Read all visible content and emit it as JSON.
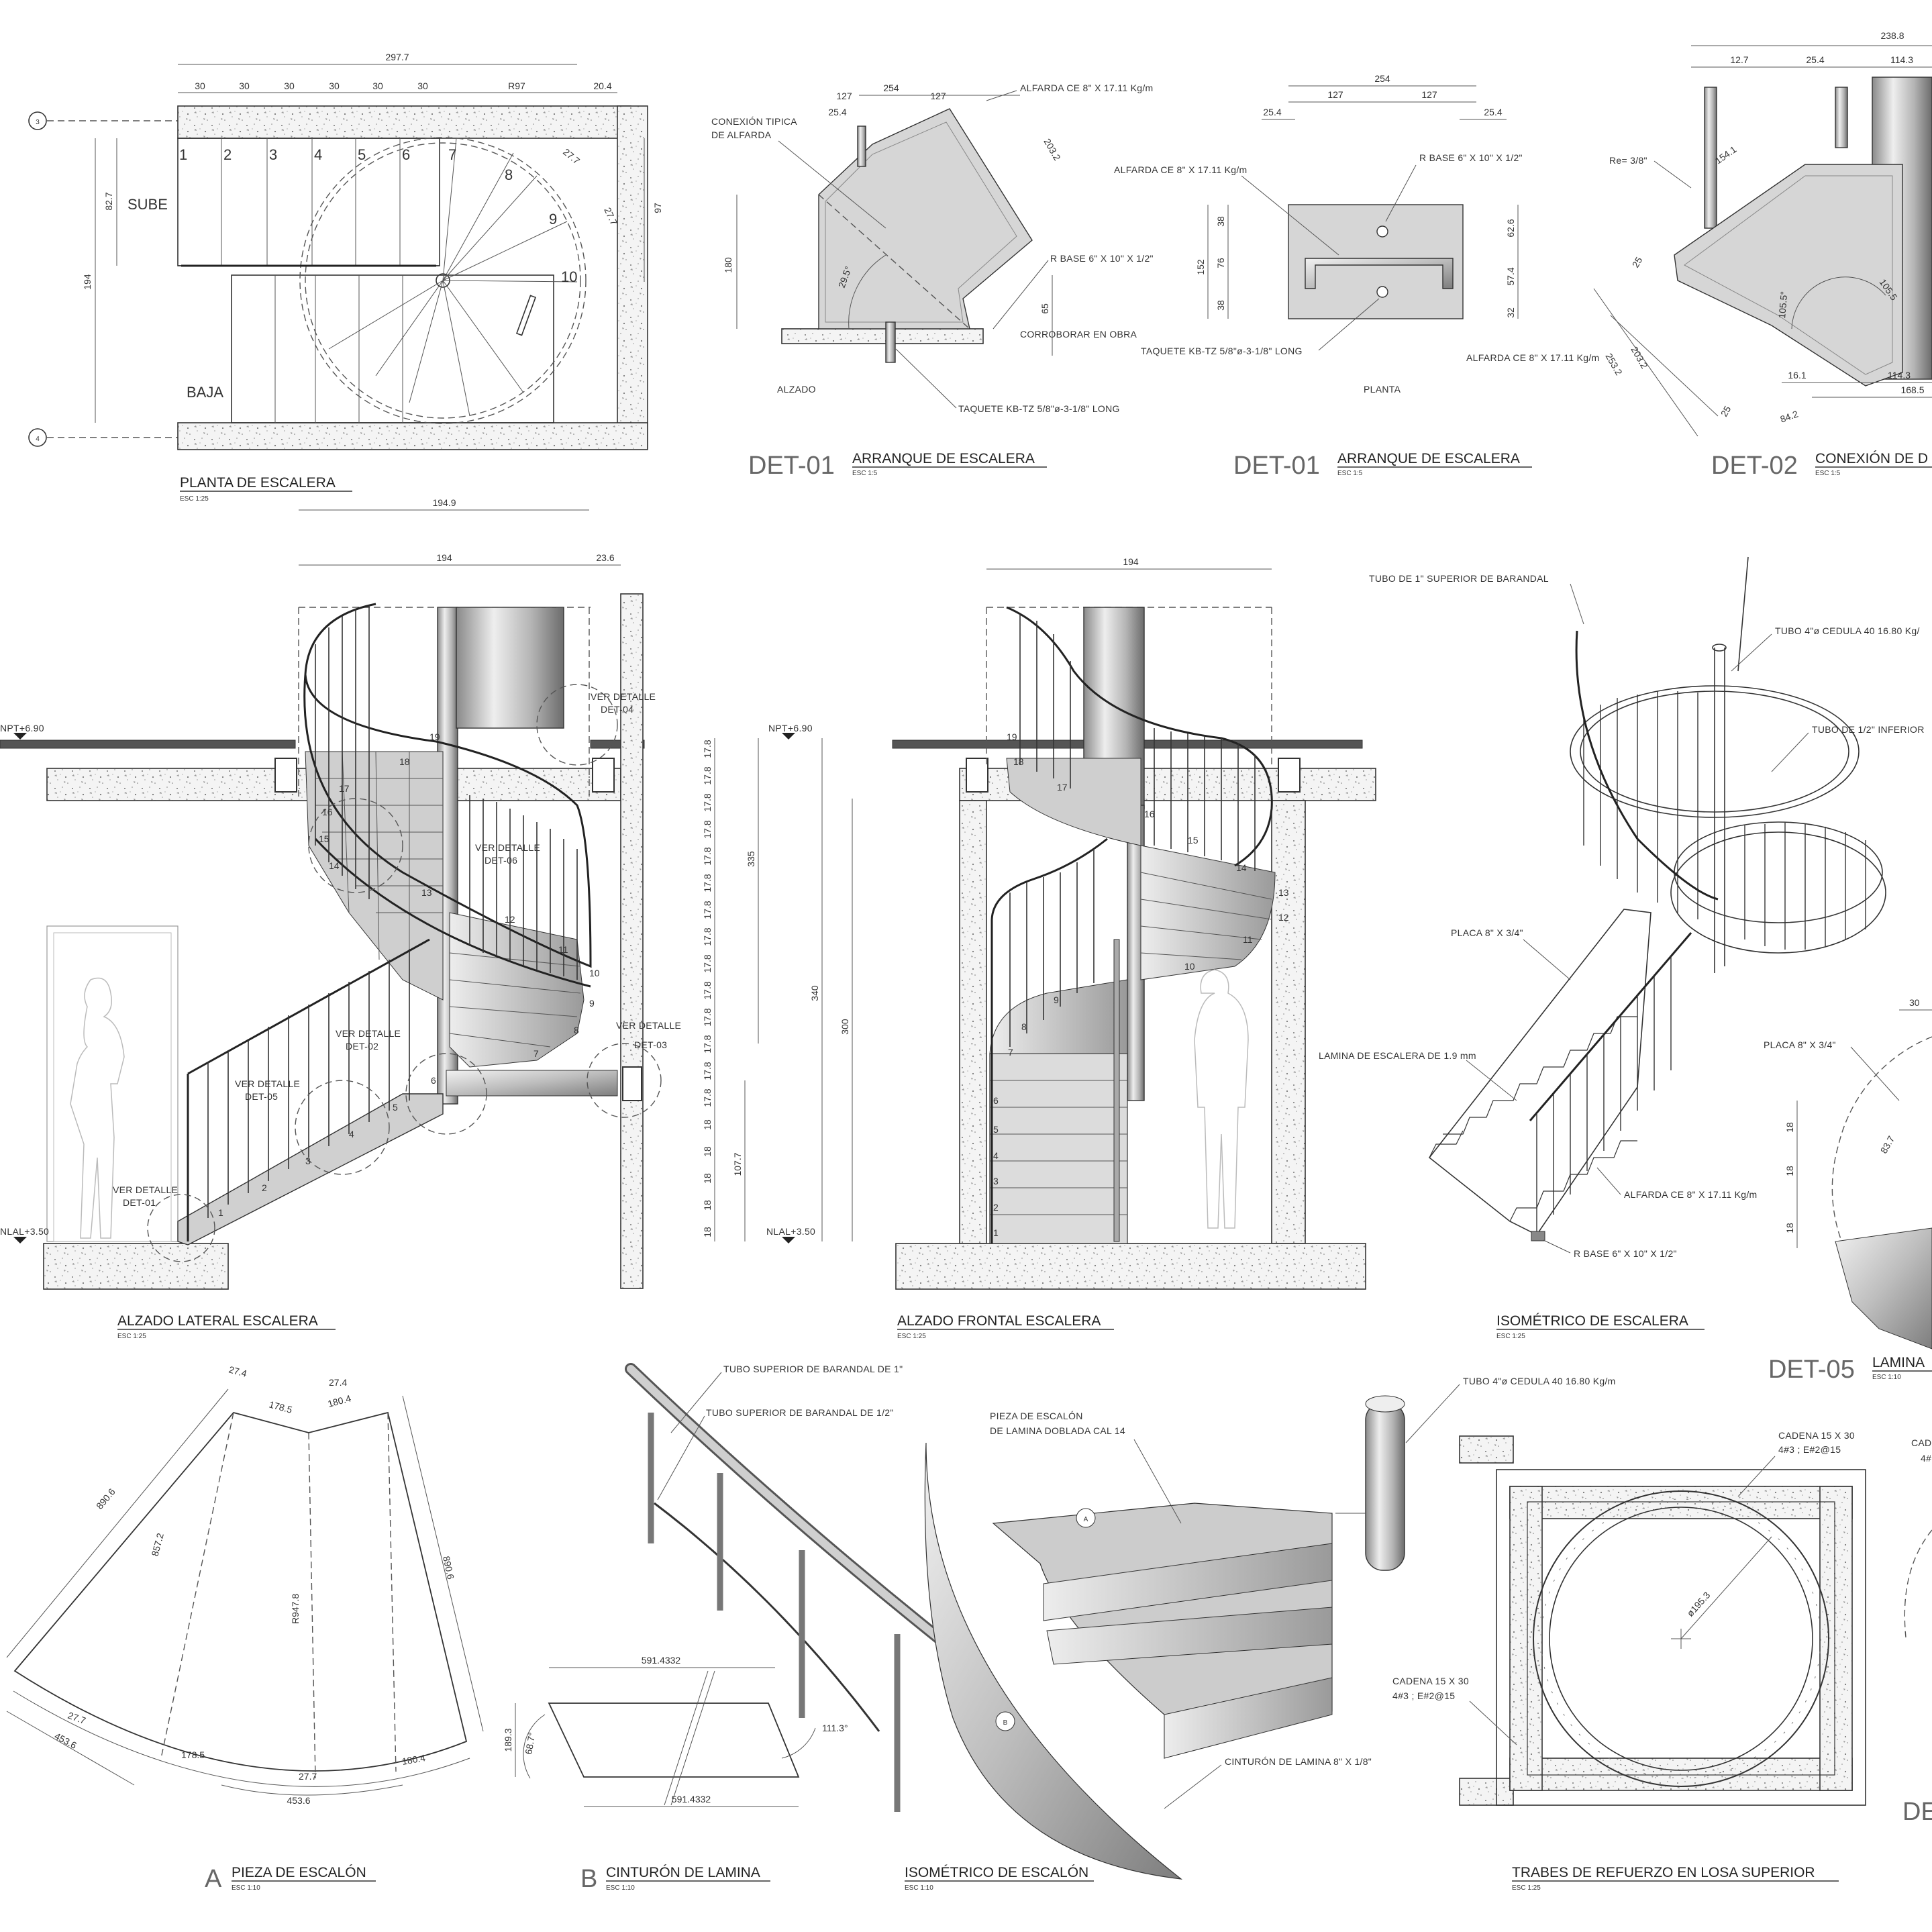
{
  "planta": {
    "title": "PLANTA DE ESCALERA",
    "scale": "ESC 1:25",
    "top_dims": [
      "297.7",
      "30",
      "30",
      "30",
      "30",
      "30",
      "30",
      "R97",
      "20.4"
    ],
    "side_dims": [
      "194",
      "82.7",
      "97"
    ],
    "axes": [
      "3",
      "4"
    ],
    "sube": "SUBE",
    "baja": "BAJA",
    "steps": [
      "1",
      "2",
      "3",
      "4",
      "5",
      "6",
      "7",
      "8",
      "9",
      "10"
    ],
    "arc_dims": [
      "27.7",
      "27.7"
    ]
  },
  "det01a": {
    "code": "DET-01",
    "title": "ARRANQUE DE ESCALERA",
    "scale": "ESC 1:5",
    "view": "ALZADO",
    "dims": [
      "127",
      "254",
      "127",
      "25.4",
      "203.2",
      "180",
      "29.5°",
      "65"
    ],
    "notes": [
      "ALFARDA CE 8\" X 17.11 Kg/m",
      "CONEXIÓN TIPICA",
      "DE ALFARDA",
      "R BASE 6\" X 10\" X 1/2\"",
      "CORROBORAR EN OBRA",
      "TAQUETE KB-TZ 5/8\"ø-3-1/8\" LONG"
    ]
  },
  "det01b": {
    "code": "DET-01",
    "title": "ARRANQUE DE ESCALERA",
    "scale": "ESC 1:5",
    "view": "PLANTA",
    "dims": [
      "254",
      "127",
      "127",
      "25.4",
      "25.4",
      "152",
      "38",
      "76",
      "38",
      "62.6",
      "57.4",
      "32"
    ],
    "notes": [
      "ALFARDA CE 8\" X 17.11 Kg/m",
      "R BASE 6\" X 10\" X 1/2\"",
      "TAQUETE KB-TZ 5/8\"ø-3-1/8\" LONG",
      "ALFARDA CE 8\" X 17.11 Kg/m"
    ]
  },
  "det02": {
    "code": "DET-02",
    "title": "CONEXIÓN DE D",
    "scale": "ESC 1:5",
    "dims": [
      "238.8",
      "12.7",
      "25.4",
      "114.3",
      "154.1",
      "105.5°",
      "105.5",
      "203.2",
      "253.2",
      "25",
      "25",
      "16.1",
      "114.3",
      "168.5",
      "84.2"
    ],
    "notes": [
      "Re= 3/8\""
    ]
  },
  "alzado_lateral": {
    "title": "ALZADO LATERAL ESCALERA",
    "scale": "ESC 1:25",
    "dims": [
      "194.9",
      "194",
      "23.6"
    ],
    "levels": [
      "NPT+6.90",
      "NLAL+3.50"
    ],
    "refs": [
      "VER DETALLE",
      "DET-04",
      "VER DETALLE",
      "DET-06",
      "VER DETALLE",
      "DET-02",
      "VER DETALLE",
      "DET-03",
      "VER DETALLE",
      "DET-05",
      "VER DETALLE",
      "DET-01"
    ],
    "steps": [
      "1",
      "2",
      "3",
      "4",
      "5",
      "6",
      "7",
      "8",
      "9",
      "10",
      "11",
      "12",
      "13",
      "14",
      "15",
      "16",
      "17",
      "18",
      "19"
    ]
  },
  "elev_dims": {
    "risers": [
      "18",
      "18",
      "18",
      "18",
      "18",
      "17.8",
      "17.8",
      "17.8",
      "17.8",
      "17.8",
      "17.8",
      "17.8",
      "17.8",
      "17.8",
      "17.8",
      "17.8",
      "17.8",
      "17.8",
      "17.8"
    ],
    "totals": [
      "335",
      "340",
      "300",
      "107.7"
    ]
  },
  "alzado_frontal": {
    "title": "ALZADO FRONTAL ESCALERA",
    "scale": "ESC 1:25",
    "dims": [
      "194"
    ],
    "levels": [
      "NPT+6.90",
      "NLAL+3.50"
    ],
    "steps": [
      "1",
      "2",
      "3",
      "4",
      "5",
      "6",
      "7",
      "8",
      "9",
      "10",
      "11",
      "12",
      "13",
      "14",
      "15",
      "16",
      "17",
      "18",
      "19"
    ]
  },
  "isometrico": {
    "title": "ISOMÉTRICO DE ESCALERA",
    "scale": "ESC 1:25",
    "notes": [
      "TUBO DE 1\" SUPERIOR DE BARANDAL",
      "TUBO 4\"ø CEDULA 40 16.80 Kg/",
      "TUBO DE 1/2\" INFERIOR",
      "PLACA 8\" X 3/4\"",
      "LAMINA DE ESCALERA DE 1.9 mm",
      "ALFARDA CE 8\" X 17.11 Kg/m",
      "R BASE 6\" X 10\" X 1/2\""
    ]
  },
  "det05": {
    "code": "DET-05",
    "title": "LAMINA",
    "scale": "ESC 1:10",
    "dims": [
      "30",
      "18",
      "18",
      "18",
      "83.7"
    ],
    "notes": [
      "PLACA 8\" X 3/4\""
    ]
  },
  "pieza": {
    "letter": "A",
    "title": "PIEZA DE ESCALÓN",
    "scale": "ESC 1:10",
    "dims": [
      "27.4",
      "27.4",
      "178.5",
      "180.4",
      "890.6",
      "857.2",
      "890.6",
      "R947.8",
      "27.7",
      "453.6",
      "178.5",
      "27.7",
      "180.4",
      "453.6"
    ]
  },
  "cinturon": {
    "letter": "B",
    "title": "CINTURÓN DE LAMINA",
    "scale": "ESC 1:10",
    "dims": [
      "591.4332",
      "189.3",
      "68.7°",
      "111.3°",
      "591.4332"
    ]
  },
  "iso_escalon": {
    "title": "ISOMÉTRICO DE ESCALÓN",
    "scale": "ESC 1:10",
    "notes": [
      "TUBO SUPERIOR DE BARANDAL DE 1\"",
      "TUBO SUPERIOR DE BARANDAL DE 1/2\"",
      "PIEZA DE ESCALÓN",
      "DE LAMINA DOBLADA CAL 14",
      "TUBO 4\"ø CEDULA 40 16.80 Kg/m",
      "CINTURÓN DE LAMINA 8\" X 1/8\""
    ],
    "markers": [
      "A",
      "B"
    ]
  },
  "trabes": {
    "title": "TRABES DE REFUERZO EN LOSA SUPERIOR",
    "scale": "ESC 1:25",
    "notes": [
      "CADENA 15 X 30",
      "4#3 ; E#2@15",
      "CADENA 15 X 30",
      "4#3 ; E#2@15",
      "CADE",
      "4#"
    ],
    "dims": [
      "ø195.3"
    ]
  },
  "cut_code": "DE"
}
